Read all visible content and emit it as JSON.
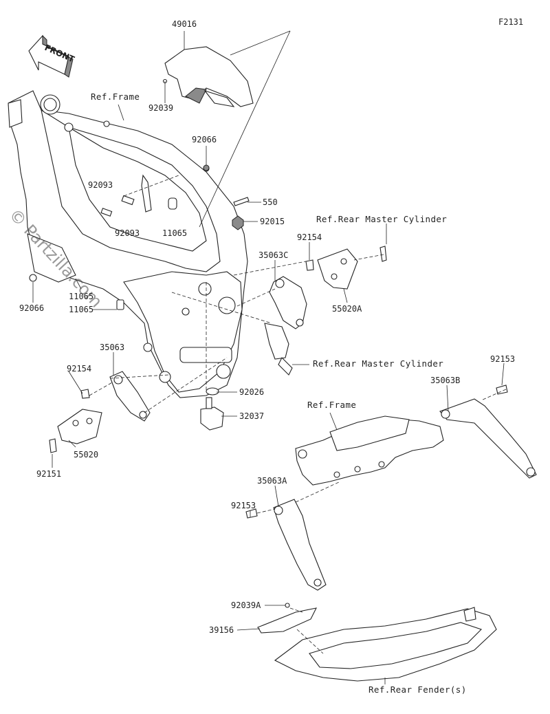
{
  "figure_code": "F2131",
  "front_arrow": {
    "label": "FRONT"
  },
  "watermark": "© Partzilla.com",
  "labels": {
    "p49016": "49016",
    "p92039": "92039",
    "ref_frame_1": "Ref.Frame",
    "p92066_top": "92066",
    "p92093_a": "92093",
    "p92093_b": "92093",
    "p11065_a": "11065",
    "p550": "550",
    "p92015": "92015",
    "ref_rear_master_1": "Ref.Rear Master Cylinder",
    "p92154_r": "92154",
    "p35063C": "35063C",
    "p55020A": "55020A",
    "p92066_left": "92066",
    "p11065_b": "11065",
    "p11065_c": "11065",
    "ref_rear_master_2": "Ref.Rear Master Cylinder",
    "p35063": "35063",
    "p92154_l": "92154",
    "p92153_r": "92153",
    "p35063B": "35063B",
    "p92026": "92026",
    "ref_frame_2": "Ref.Frame",
    "p32037": "32037",
    "p55020": "55020",
    "p92151": "92151",
    "p35063A": "35063A",
    "p92153_l": "92153",
    "p92039A": "92039A",
    "p39156": "39156",
    "ref_rear_fender": "Ref.Rear Fender(s)"
  }
}
